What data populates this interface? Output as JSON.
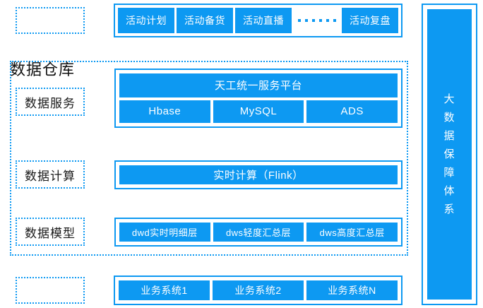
{
  "diagram": {
    "title": "数据仓库",
    "accent_color": "#0d99f2",
    "panel_color": "#ffffff",
    "text_color_on_accent": "#ffffff",
    "text_color_dark": "#1a1a1a"
  },
  "top_row": {
    "empty_placeholder_label": "",
    "tiles": [
      {
        "label": "活动计划"
      },
      {
        "label": "活动备货"
      },
      {
        "label": "活动直播"
      }
    ],
    "ellipsis": "……",
    "ellipsis_dot_count": 6,
    "last_tile": {
      "label": "活动复盘"
    }
  },
  "warehouse": {
    "title": "数据仓库",
    "layers": [
      {
        "label": "数据服务",
        "header_tile": "天工统一服务平台",
        "tiles": [
          {
            "label": "Hbase"
          },
          {
            "label": "MySQL"
          },
          {
            "label": "ADS"
          }
        ]
      },
      {
        "label": "数据计算",
        "header_tile": "",
        "tiles": [
          {
            "label": "实时计算（Flink）"
          }
        ]
      },
      {
        "label": "数据模型",
        "header_tile": "",
        "tiles": [
          {
            "label": "dwd实时明细层"
          },
          {
            "label": "dws轻度汇总层"
          },
          {
            "label": "dws高度汇总层"
          }
        ]
      }
    ]
  },
  "bottom_row": {
    "empty_placeholder_label": "",
    "tiles": [
      {
        "label": "业务系统1"
      },
      {
        "label": "业务系统2"
      },
      {
        "label": "业务系统N"
      }
    ]
  },
  "right_bar": {
    "label": "大数据保障体系",
    "characters": [
      "大",
      "数",
      "据",
      "保",
      "障",
      "体",
      "系"
    ]
  }
}
